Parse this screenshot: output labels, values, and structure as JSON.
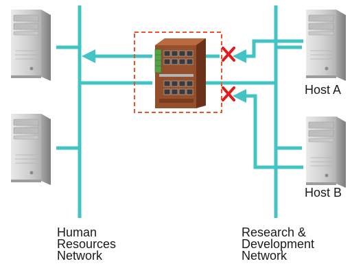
{
  "hosts": {
    "host_a": "Host A",
    "host_b": "Host B"
  },
  "networks": {
    "hr": [
      "Human",
      "Resources",
      "Network"
    ],
    "rd": [
      "Research &",
      "Development",
      "Network"
    ]
  },
  "colors": {
    "network_line": "#43c4c4",
    "block_mark": "#e01b1b",
    "switch_outline": "#e8542a",
    "switch_body": "#8b4a2a"
  },
  "icons": [
    "server-tower-icon",
    "industrial-switch-icon",
    "block-x-icon",
    "arrow-icon"
  ]
}
